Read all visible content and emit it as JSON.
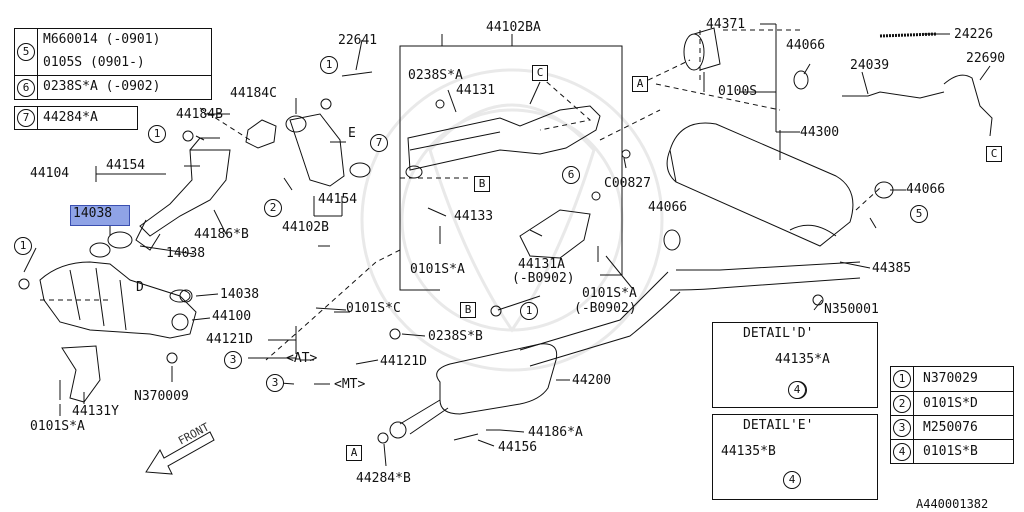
{
  "figure_code": "A440001382",
  "front_label": "FRONT",
  "legend_left": {
    "rows": [
      {
        "num": "5",
        "text": "M660014 (-0901)"
      },
      {
        "num": "",
        "text": "0105S    (0901-)"
      },
      {
        "num": "6",
        "text": "0238S*A (-0902)"
      }
    ],
    "extra": {
      "num": "7",
      "text": "44284*A"
    }
  },
  "legend_right": {
    "rows": [
      {
        "num": "1",
        "text": "N370029"
      },
      {
        "num": "2",
        "text": "0101S*D"
      },
      {
        "num": "3",
        "text": "M250076"
      },
      {
        "num": "4",
        "text": "0101S*B"
      }
    ]
  },
  "detail_d": {
    "title": "DETAIL'D'",
    "part": "44135*A",
    "ref": "4"
  },
  "detail_e": {
    "title": "DETAIL'E'",
    "part": "44135*B",
    "ref": "4"
  },
  "labels": {
    "p22641": "22641",
    "p44102ba": "44102BA",
    "p44371": "44371",
    "p24226": "24226",
    "p44066a": "44066",
    "p24039": "24039",
    "p22690": "22690",
    "p44184c": "44184C",
    "p44184b": "44184B",
    "p0238sa": "0238S*A",
    "p44131": "44131",
    "p0100s": "0100S",
    "p44300": "44300",
    "p44104": "44104",
    "p44154a": "44154",
    "pE": "E",
    "pC00827": "C00827",
    "p44066b": "44066",
    "p14038hl": "14038",
    "p44154b": "44154",
    "p44102b": "44102B",
    "p44186b": "44186*B",
    "p14038b": "14038",
    "p44133": "44133",
    "p44066c": "44066",
    "p44131a": "44131A",
    "pB0902a": "(-B0902)",
    "p0101sa_top": "0101S*A",
    "p0101sa_mid": "0101S*A",
    "pB0902b": "(-B0902)",
    "p44385": "44385",
    "pD": "D",
    "p14038c": "14038",
    "p44100": "44100",
    "p0101sc": "0101S*C",
    "pN350001": "N350001",
    "p44121d_a": "44121D",
    "p0238sb": "0238S*B",
    "pAT": "<AT>",
    "p44121d_b": "44121D",
    "pMT": "<MT>",
    "p44200": "44200",
    "pN370009": "N370009",
    "p44131y": "44131Y",
    "p0101sa_bot": "0101S*A",
    "p44186a": "44186*A",
    "p44156": "44156",
    "p44284b": "44284*B"
  },
  "refs": {
    "sqA1": "A",
    "sqC1": "C",
    "sqB1": "B",
    "sqB2": "B",
    "sqA2": "A",
    "sqC2": "C",
    "c1a": "1",
    "c1b": "1",
    "c1c": "1",
    "c1d": "1",
    "c2": "2",
    "c3a": "3",
    "c3b": "3",
    "c4": "4",
    "c5": "5",
    "c6": "6",
    "c7": "7"
  }
}
